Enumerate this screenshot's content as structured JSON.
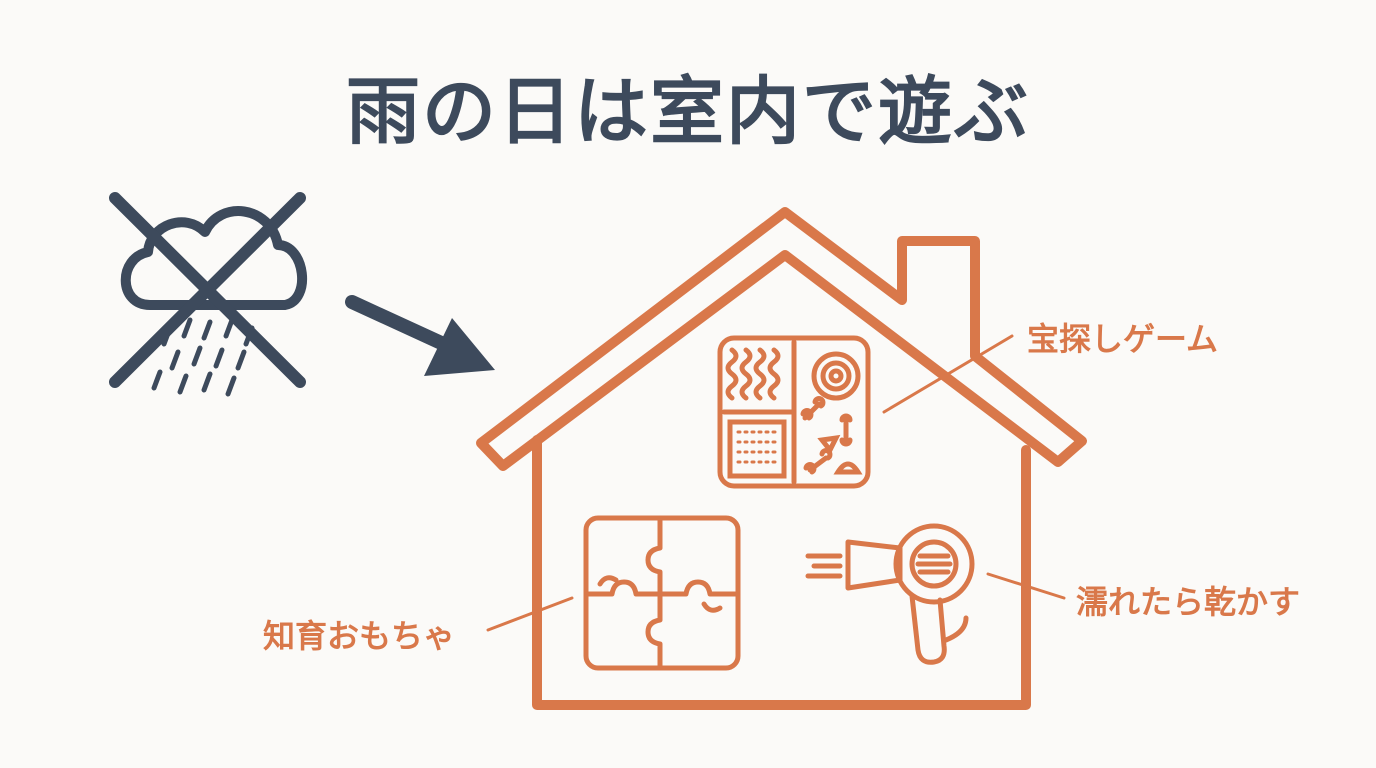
{
  "title": "雨の日は室内で遊ぶ",
  "labels": {
    "treasure_hunt": "宝探しゲーム",
    "dry_off": "濡れたら乾かす",
    "educational_toy": "知育おもちゃ"
  },
  "colors": {
    "accent": "#d9784a",
    "dark": "#3d4a5c",
    "background": "#fbfaf8"
  },
  "icons": [
    "rain-cloud-icon",
    "prohibited-cross-icon",
    "arrow-icon",
    "house-icon",
    "sensory-board-icon",
    "puzzle-icon",
    "hair-dryer-icon"
  ]
}
